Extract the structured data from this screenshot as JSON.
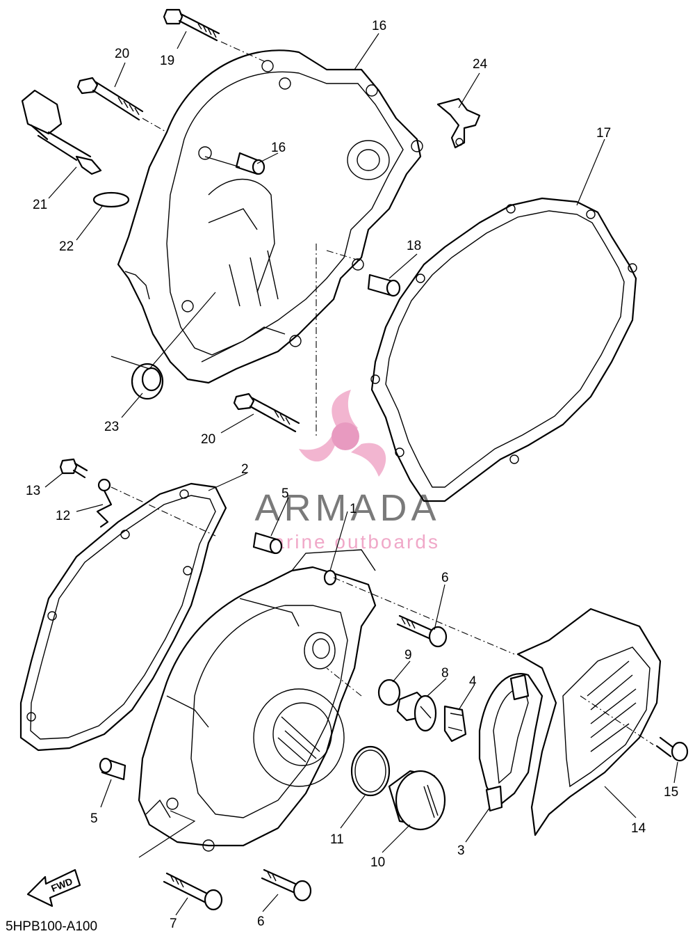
{
  "diagram_code": "5HPB100-A100",
  "fwd_label": "FWD",
  "watermark": {
    "brand": "ARMADA",
    "tagline": "marine outboards",
    "brand_color": "#7a7a7a",
    "accent_color": "#e89ac0"
  },
  "callouts": {
    "c1": "1",
    "c2": "2",
    "c3": "3",
    "c4": "4",
    "c5a": "5",
    "c5b": "5",
    "c6a": "6",
    "c6b": "6",
    "c7": "7",
    "c8": "8",
    "c9": "9",
    "c10": "10",
    "c11": "11",
    "c12": "12",
    "c13": "13",
    "c14": "14",
    "c15": "15",
    "c16a": "16",
    "c16b": "16",
    "c17": "17",
    "c18": "18",
    "c19": "19",
    "c20a": "20",
    "c20b": "20",
    "c21": "21",
    "c22": "22",
    "c23": "23",
    "c24": "24"
  }
}
